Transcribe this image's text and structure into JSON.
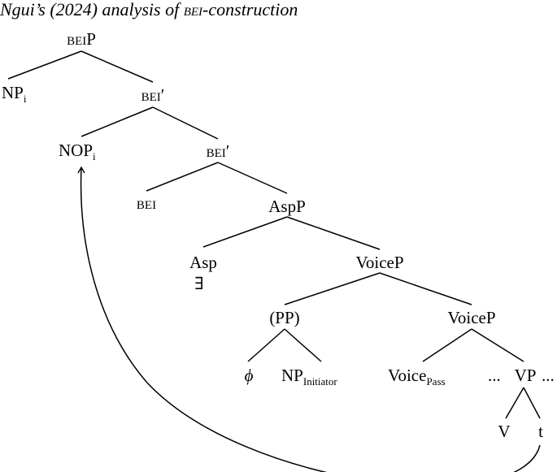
{
  "caption": {
    "prefix": "Ngui’s (2024) analysis of ",
    "smallcaps": "bei",
    "suffix": "-construction"
  },
  "tree": {
    "beiP": {
      "base": "bei",
      "tail": "P"
    },
    "np_i": {
      "base": "NP",
      "sub": "i"
    },
    "bei_bar1": {
      "base": "bei",
      "tail": "′"
    },
    "nop_i": {
      "base": "NOP",
      "sub": "i"
    },
    "bei_bar2": {
      "base": "bei",
      "tail": "′"
    },
    "bei_head": {
      "base": "bei"
    },
    "aspP": {
      "base": "AspP"
    },
    "asp": {
      "base": "Asp"
    },
    "exists": {
      "base": "∃"
    },
    "voiceP1": {
      "base": "VoiceP"
    },
    "pp": {
      "base": "(PP)"
    },
    "voiceP2": {
      "base": "VoiceP"
    },
    "phi": {
      "base": "ϕ"
    },
    "np_initiator": {
      "base": "NP",
      "sub": "Initiator"
    },
    "voice_pass": {
      "base": "Voice",
      "sub": "Pass"
    },
    "dots_left": {
      "base": "..."
    },
    "vp": {
      "base": "VP"
    },
    "dots_right": {
      "base": "..."
    },
    "v": {
      "base": "V"
    },
    "t": {
      "base": "t"
    }
  }
}
